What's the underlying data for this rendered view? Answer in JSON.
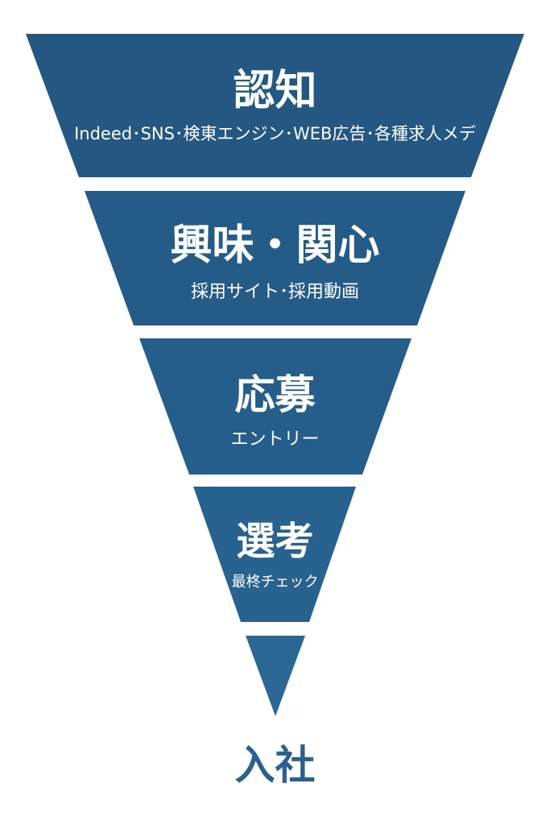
{
  "colors": {
    "stage1": "#245781",
    "stage2": "#255b87",
    "stage3": "#265e8b",
    "stage4": "#28628f",
    "stage5": "#2b6795",
    "result": "#2c5f8f"
  },
  "stages": [
    {
      "title": "認知",
      "subtitle": "Indeed･SNS･検東エンジン･WEB広告･各種求人メデ"
    },
    {
      "title": "興味・関心",
      "subtitle": "採用サイト･採用動画"
    },
    {
      "title": "応募",
      "subtitle": "エントリー"
    },
    {
      "title": "選考",
      "subtitle": "最柊チェック"
    }
  ],
  "result": "入社"
}
